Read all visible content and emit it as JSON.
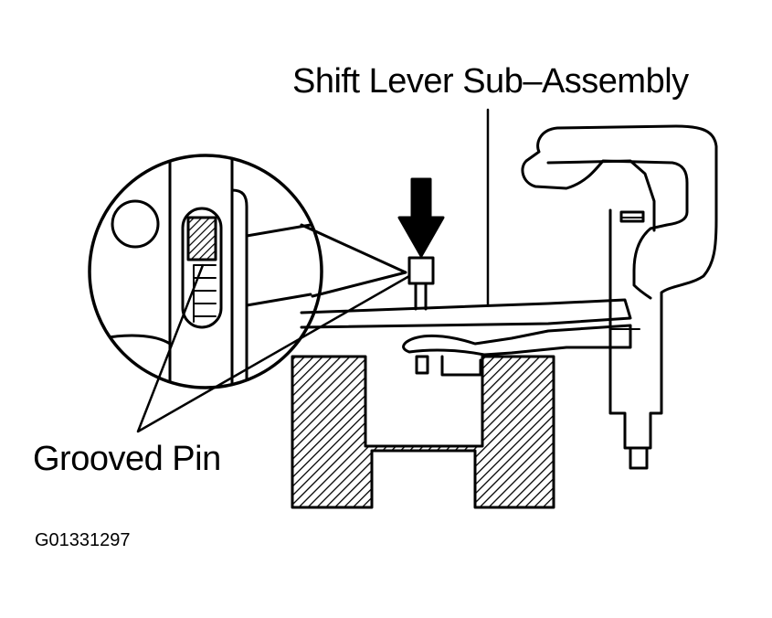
{
  "labels": {
    "shift_lever": "Shift Lever Sub–Assembly",
    "grooved_pin": "Grooved Pin",
    "figure_code": "G01331297"
  },
  "colors": {
    "ink": "#000000",
    "paper": "#ffffff"
  }
}
